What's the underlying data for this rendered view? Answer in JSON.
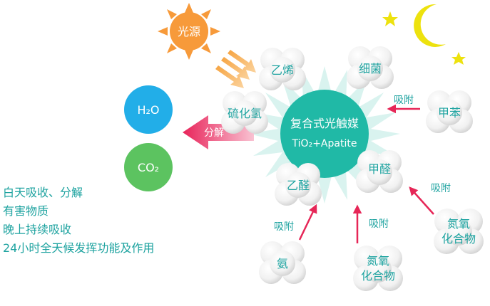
{
  "diagram": {
    "center": {
      "line1": "复合式光触媒",
      "line2": "TiO₂+Apatite"
    },
    "sun": {
      "label": "光源"
    },
    "outputs": {
      "h2o": "H₂O",
      "co2": "CO₂",
      "decompose_label": "分解"
    },
    "adsorb_label": "吸附",
    "clusters": {
      "ethylene": "乙烯",
      "bacteria": "细菌",
      "hydrogen_sulfide": "硫化氢",
      "toluene": "甲苯",
      "formaldehyde": "甲醛",
      "acetaldehyde": "乙醛",
      "ammonia": "氨",
      "nox_bottom": [
        "氮氧",
        "化合物"
      ],
      "nox_right": [
        "氮氧",
        "化合物"
      ]
    },
    "description": [
      "白天吸收、分解",
      "有害物质",
      "晚上持续吸收",
      "24小时全天候发挥功能及作用"
    ],
    "colors": {
      "center": "#20b9a6",
      "sun": "#f79a3a",
      "h2o": "#22aee8",
      "co2": "#5cc360",
      "arrow": "#e62657",
      "text": "#1ea3a0",
      "moon": "#ede20e",
      "cloud": "#f3f3f3"
    }
  }
}
